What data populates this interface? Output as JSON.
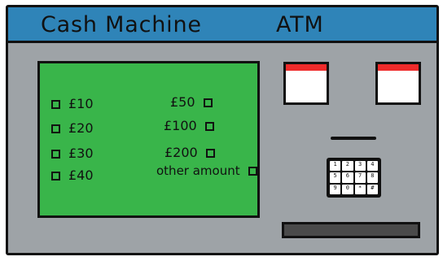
{
  "header": {
    "title_left": "Cash Machine",
    "title_right": "ATM"
  },
  "screen": {
    "left_options": [
      {
        "label": "£10"
      },
      {
        "label": "£20"
      },
      {
        "label": "£30"
      },
      {
        "label": "£40"
      }
    ],
    "right_options": [
      {
        "label": "£50"
      },
      {
        "label": "£100"
      },
      {
        "label": "£200"
      },
      {
        "label": "other amount"
      }
    ]
  },
  "keypad": {
    "keys": [
      "1",
      "2",
      "3",
      "4",
      "5",
      "6",
      "7",
      "8",
      "9",
      "0",
      "*",
      "#"
    ]
  },
  "colors": {
    "header": "#2f84b8",
    "body": "#9ea3a7",
    "screen": "#39b54a",
    "slot_accent": "#ef2b2b",
    "dispenser": "#4a4a4a"
  },
  "icons": {
    "left_card_slot": "card-slot-icon",
    "right_card_slot": "receipt-slot-icon",
    "keypad": "keypad-icon"
  }
}
